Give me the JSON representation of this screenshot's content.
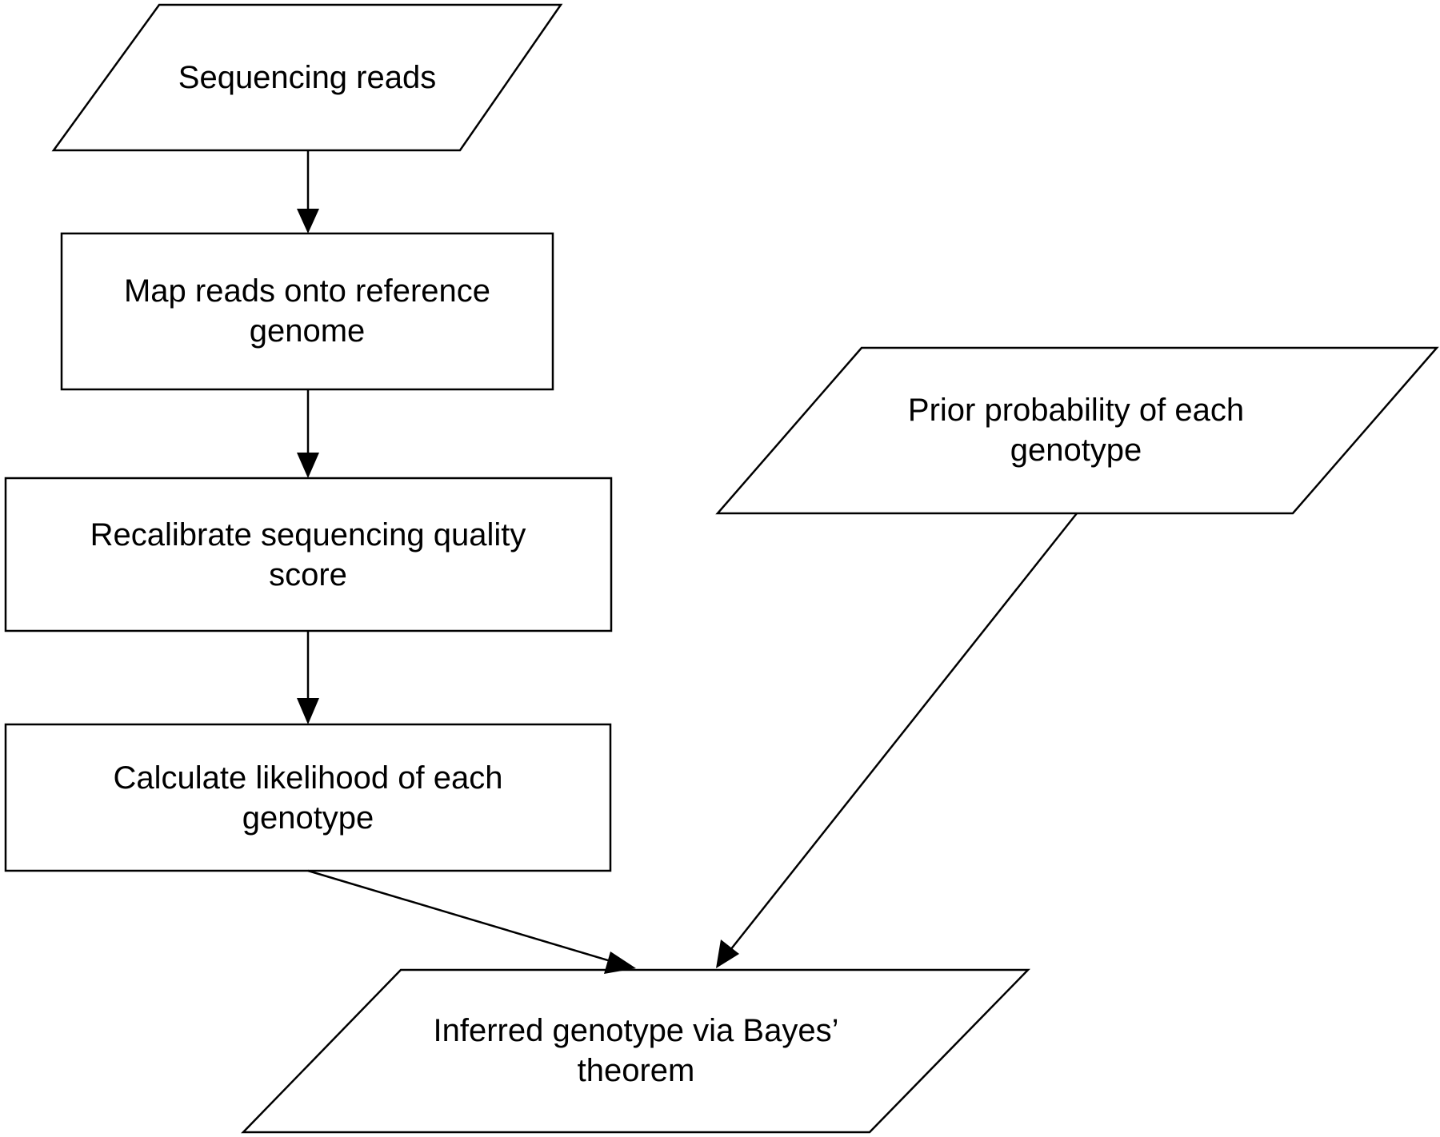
{
  "nodes": {
    "sequencing_reads": "Sequencing reads",
    "map_reads": "Map reads onto reference genome",
    "recalibrate": "Recalibrate sequencing quality score",
    "calculate_likelihood": "Calculate likelihood of each genotype",
    "prior_probability": "Prior probability of each genotype",
    "inferred_genotype": "Inferred genotype via Bayes’ theorem"
  },
  "colors": {
    "stroke": "#000000",
    "fill": "#ffffff",
    "text": "#000000"
  }
}
